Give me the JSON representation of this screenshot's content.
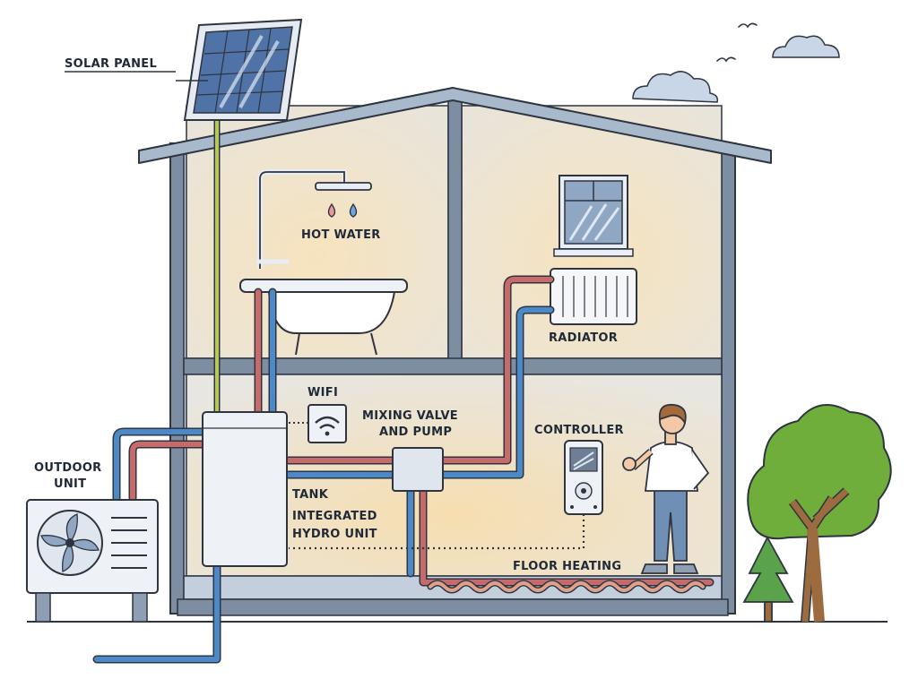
{
  "labels": {
    "solar_panel": "SOLAR PANEL",
    "hot_water": "HOT WATER",
    "radiator": "RADIATOR",
    "wifi": "WIFI",
    "mixing_valve_line1": "MIXING VALVE",
    "mixing_valve_line2": "AND PUMP",
    "controller": "CONTROLLER",
    "outdoor_unit_line1": "OUTDOOR",
    "outdoor_unit_line2": "UNIT",
    "tank_line1": "TANK",
    "tank_line2": "INTEGRATED",
    "tank_line3": "HYDRO UNIT",
    "floor_heating": "FLOOR HEATING"
  },
  "colors": {
    "outline": "#2e3440",
    "wall": "#7d8ea3",
    "wall_light": "#c3cfdc",
    "interior_upper": "#f3e6cf",
    "interior_lower": "#f3e4c6",
    "hot_pipe": "#c96a6a",
    "cold_pipe": "#4b89c8",
    "solar_cable": "#b6c95a",
    "tank": "#eef1f5",
    "tree_green": "#6fae3b",
    "trunk": "#9c6b3f",
    "pine": "#5aa34a",
    "shirt": "#ffffff",
    "pants": "#6f8fb4",
    "hair": "#a36b3c",
    "skin": "#f3c9a5"
  },
  "icons": [
    "sun-panel-icon",
    "shower-icon",
    "water-drop-icon",
    "wifi-icon",
    "fan-icon",
    "controller-icon",
    "radiator-icon",
    "window-icon",
    "cloud-icon",
    "bird-icon",
    "tree-icon",
    "person-icon"
  ]
}
